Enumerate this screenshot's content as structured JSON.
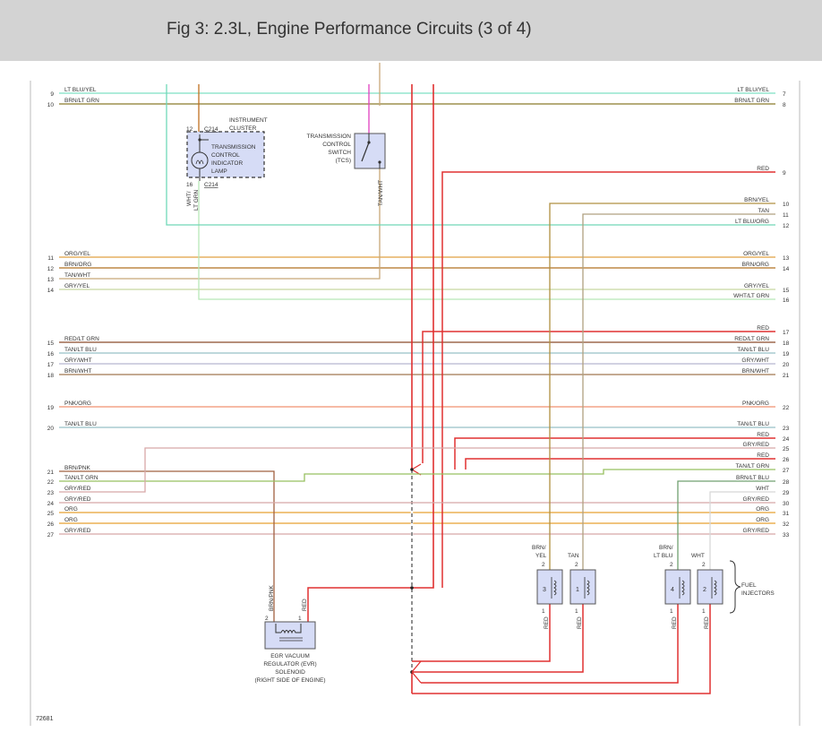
{
  "header": {
    "title": "Fig 3: 2.3L, Engine Performance Circuits (3 of 4)"
  },
  "figure_id": "72681",
  "colors": {
    "header_bg": "#d3d3d3",
    "component_fill": "#d6dcf6",
    "RED": "#e03030",
    "LT BLU/YEL": "#7ee0c4",
    "BRN/LT GRN": "#8a7a2a",
    "ORG/YEL": "#e0a040",
    "BRN/ORG": "#b07020",
    "TAN/WHT": "#c8a878",
    "GRY/YEL": "#c8d8a0",
    "WHT/LT GRN": "#b8e8b8",
    "RED/LT GRN": "#8a4a2a",
    "TAN/LT BLU": "#98c0c8",
    "GRY/WHT": "#b8b8d0",
    "BRN/WHT": "#a07850",
    "PNK/ORG": "#f09070",
    "BRN/PNK": "#a06040",
    "TAN/LT GRN": "#98c060",
    "GRY/RED": "#d8a8a8",
    "ORG": "#e8a030",
    "BRN/YEL": "#b09040",
    "TAN": "#b0a080",
    "LT BLU/ORG": "#70d8b8",
    "WHT": "#d8d8d8",
    "BRN/LT BLU": "#70a070",
    "PNK": "#e040c0",
    "ORG_TOP": "#c07020"
  },
  "left_wires": [
    {
      "pin": "9",
      "color": "LT BLU/YEL"
    },
    {
      "pin": "10",
      "color": "BRN/LT GRN"
    },
    {
      "pin": "11",
      "color": "ORG/YEL"
    },
    {
      "pin": "12",
      "color": "BRN/ORG"
    },
    {
      "pin": "13",
      "color": "TAN/WHT"
    },
    {
      "pin": "14",
      "color": "GRY/YEL"
    },
    {
      "pin": "15",
      "color": "RED/LT GRN"
    },
    {
      "pin": "16",
      "color": "TAN/LT BLU"
    },
    {
      "pin": "17",
      "color": "GRY/WHT"
    },
    {
      "pin": "18",
      "color": "BRN/WHT"
    },
    {
      "pin": "19",
      "color": "PNK/ORG"
    },
    {
      "pin": "20",
      "color": "TAN/LT BLU"
    },
    {
      "pin": "21",
      "color": "BRN/PNK"
    },
    {
      "pin": "22",
      "color": "TAN/LT GRN"
    },
    {
      "pin": "23",
      "color": "GRY/RED"
    },
    {
      "pin": "24",
      "color": "GRY/RED"
    },
    {
      "pin": "25",
      "color": "ORG"
    },
    {
      "pin": "26",
      "color": "ORG"
    },
    {
      "pin": "27",
      "color": "GRY/RED"
    }
  ],
  "right_wires": [
    {
      "pin": "7",
      "color": "LT BLU/YEL"
    },
    {
      "pin": "8",
      "color": "BRN/LT GRN"
    },
    {
      "pin": "9",
      "color": "RED"
    },
    {
      "pin": "10",
      "color": "BRN/YEL"
    },
    {
      "pin": "11",
      "color": "TAN"
    },
    {
      "pin": "12",
      "color": "LT BLU/ORG"
    },
    {
      "pin": "13",
      "color": "ORG/YEL"
    },
    {
      "pin": "14",
      "color": "BRN/ORG"
    },
    {
      "pin": "15",
      "color": "GRY/YEL"
    },
    {
      "pin": "16",
      "color": "WHT/LT GRN"
    },
    {
      "pin": "17",
      "color": "RED"
    },
    {
      "pin": "18",
      "color": "RED/LT GRN"
    },
    {
      "pin": "19",
      "color": "TAN/LT BLU"
    },
    {
      "pin": "20",
      "color": "GRY/WHT"
    },
    {
      "pin": "21",
      "color": "BRN/WHT"
    },
    {
      "pin": "22",
      "color": "PNK/ORG"
    },
    {
      "pin": "23",
      "color": "TAN/LT BLU"
    },
    {
      "pin": "24",
      "color": "RED"
    },
    {
      "pin": "25",
      "color": "GRY/RED"
    },
    {
      "pin": "26",
      "color": "RED"
    },
    {
      "pin": "27",
      "color": "TAN/LT GRN"
    },
    {
      "pin": "28",
      "color": "BRN/LT BLU"
    },
    {
      "pin": "29",
      "color": "WHT"
    },
    {
      "pin": "30",
      "color": "GRY/RED"
    },
    {
      "pin": "31",
      "color": "ORG"
    },
    {
      "pin": "32",
      "color": "ORG"
    },
    {
      "pin": "33",
      "color": "GRY/RED"
    }
  ],
  "instrument_cluster": {
    "title_line1": "INSTRUMENT",
    "title_line2": "CLUSTER",
    "lamp_line1": "TRANSMISSION",
    "lamp_line2": "CONTROL",
    "lamp_line3": "INDICATOR",
    "lamp_line4": "LAMP",
    "pin_top": "12",
    "pin_bottom": "16",
    "connector_top": "C214",
    "connector_bottom": "C214",
    "wire_out_line1": "WHT/",
    "wire_out_line2": "LT GRN"
  },
  "tcs": {
    "line1": "TRANSMISSION",
    "line2": "CONTROL",
    "line3": "SWITCH",
    "line4": "(TCS)",
    "wire": "TAN/WHT"
  },
  "evr": {
    "line1": "EGR VACUUM",
    "line2": "REGULATOR (EVR)",
    "line3": "SOLENOID",
    "line4": "(RIGHT SIDE OF ENGINE)",
    "pin_left": "2",
    "pin_right": "1",
    "wire_left": "BRN/PNK",
    "wire_right": "RED"
  },
  "injectors": {
    "group_label_line1": "FUEL",
    "group_label_line2": "INJECTORS",
    "items": [
      {
        "number": "3",
        "top_label_line1": "BRN/",
        "top_label_line2": "YEL",
        "pin_top": "2",
        "pin_bottom": "1",
        "bottom_wire": "RED"
      },
      {
        "number": "1",
        "top_label_line1": "",
        "top_label_line2": "TAN",
        "pin_top": "2",
        "pin_bottom": "1",
        "bottom_wire": "RED"
      },
      {
        "number": "4",
        "top_label_line1": "BRN/",
        "top_label_line2": "LT BLU",
        "pin_top": "2",
        "pin_bottom": "1",
        "bottom_wire": "RED"
      },
      {
        "number": "2",
        "top_label_line1": "",
        "top_label_line2": "WHT",
        "pin_top": "2",
        "pin_bottom": "1",
        "bottom_wire": "RED"
      }
    ]
  }
}
